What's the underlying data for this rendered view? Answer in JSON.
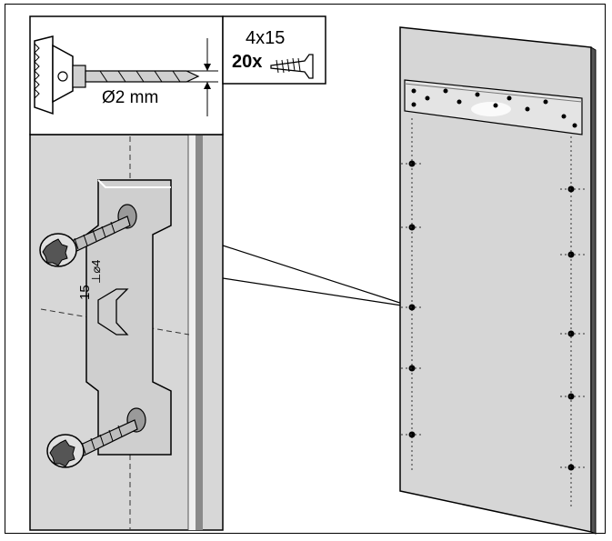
{
  "drill": {
    "diameter_label": "Ø2 mm",
    "icon": "drill-bit-icon"
  },
  "screws": {
    "size_label": "4x15",
    "quantity_label": "20x",
    "icon": "screw-icon"
  },
  "detail": {
    "dimension_label": "15",
    "template_label": "⊥⌀4"
  },
  "colors": {
    "panel": "#d6d6d6",
    "bracket": "#cfcfcf",
    "outline": "#000000",
    "background": "#ffffff"
  }
}
